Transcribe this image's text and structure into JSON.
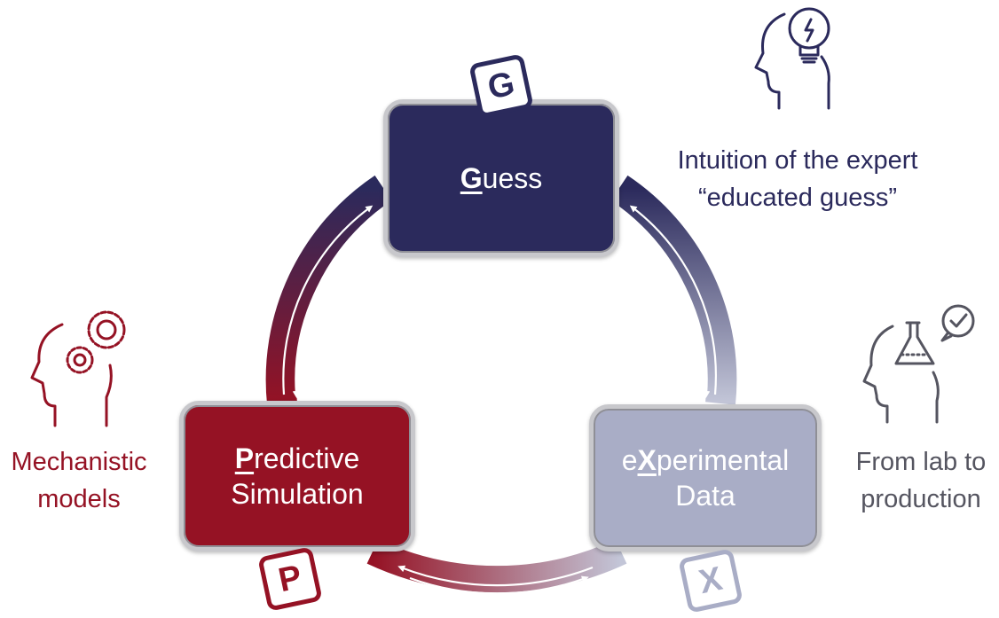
{
  "boxes": {
    "guess": {
      "first_letter": "G",
      "rest": "uess"
    },
    "predictive": {
      "first_letter": "P",
      "rest_line1": "redictive",
      "line2": "Simulation"
    },
    "experimental": {
      "prefix": "e",
      "letter": "X",
      "rest_line1": "perimental",
      "line2": "Data"
    }
  },
  "tiles": {
    "g": "G",
    "p": "P",
    "x": "X"
  },
  "captions": {
    "guess": {
      "line1": "Intuition of the expert",
      "line2": "“educated guess”"
    },
    "predictive": {
      "line1": "Mechanistic",
      "line2": "models"
    },
    "experimental": {
      "line1": "From lab to",
      "line2": "production"
    }
  },
  "icons": {
    "guess": "head-lightbulb-icon",
    "predictive": "head-gears-icon",
    "experimental": "head-flask-check-icon"
  },
  "colors": {
    "guess": "#2b2a5c",
    "predictive": "#951224",
    "experimental": "#a9adc6",
    "neutral_text": "#555560"
  }
}
